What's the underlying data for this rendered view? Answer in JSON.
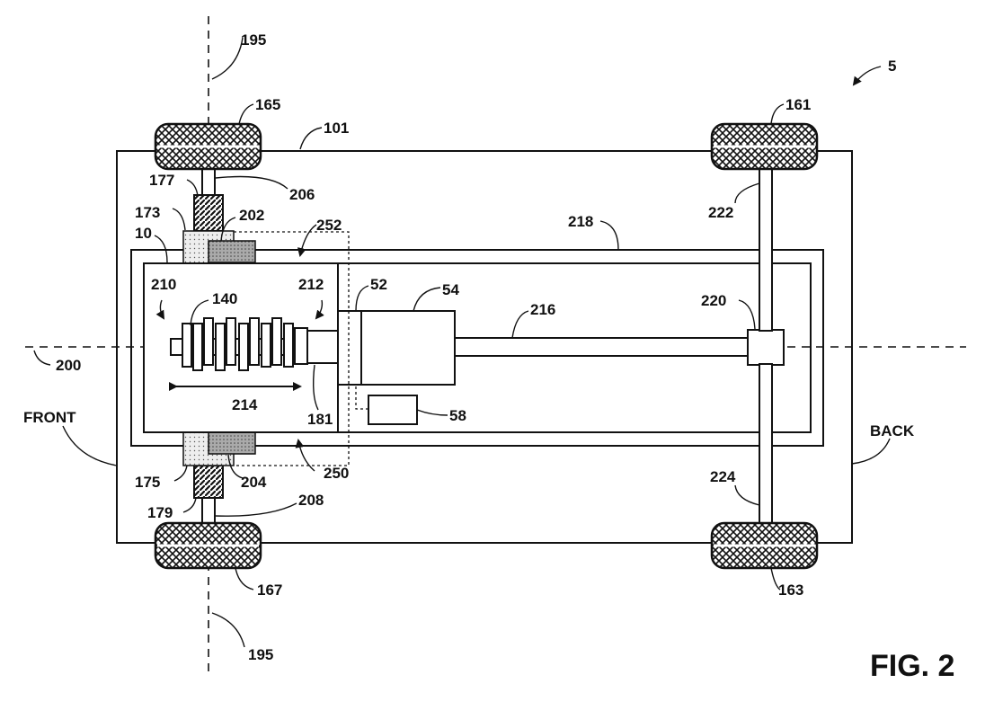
{
  "figure": {
    "caption": "FIG. 2",
    "front_label": "FRONT",
    "back_label": "BACK",
    "refs": {
      "vehicle": "5",
      "chassis": "101",
      "engine": "10",
      "motor_52": "52",
      "transmission_54": "54",
      "controller_58": "58",
      "crankshaft": "140",
      "wheel_rear_top": "161",
      "wheel_rear_bottom": "163",
      "wheel_front_top": "165",
      "wheel_front_bottom": "167",
      "mount_173": "173",
      "mount_175": "175",
      "spring_177": "177",
      "spring_179": "179",
      "coupling_181": "181",
      "axis_195_top": "195",
      "axis_195_bottom": "195",
      "axis_200": "200",
      "mount_202": "202",
      "mount_204": "204",
      "axle_206": "206",
      "axle_208": "208",
      "arrow_210": "210",
      "arrow_212": "212",
      "arrow_214": "214",
      "driveshaft_216": "216",
      "frame_218": "218",
      "differential_220": "220",
      "axle_222": "222",
      "axle_224": "224",
      "arrow_250": "250",
      "arrow_252": "252"
    }
  }
}
